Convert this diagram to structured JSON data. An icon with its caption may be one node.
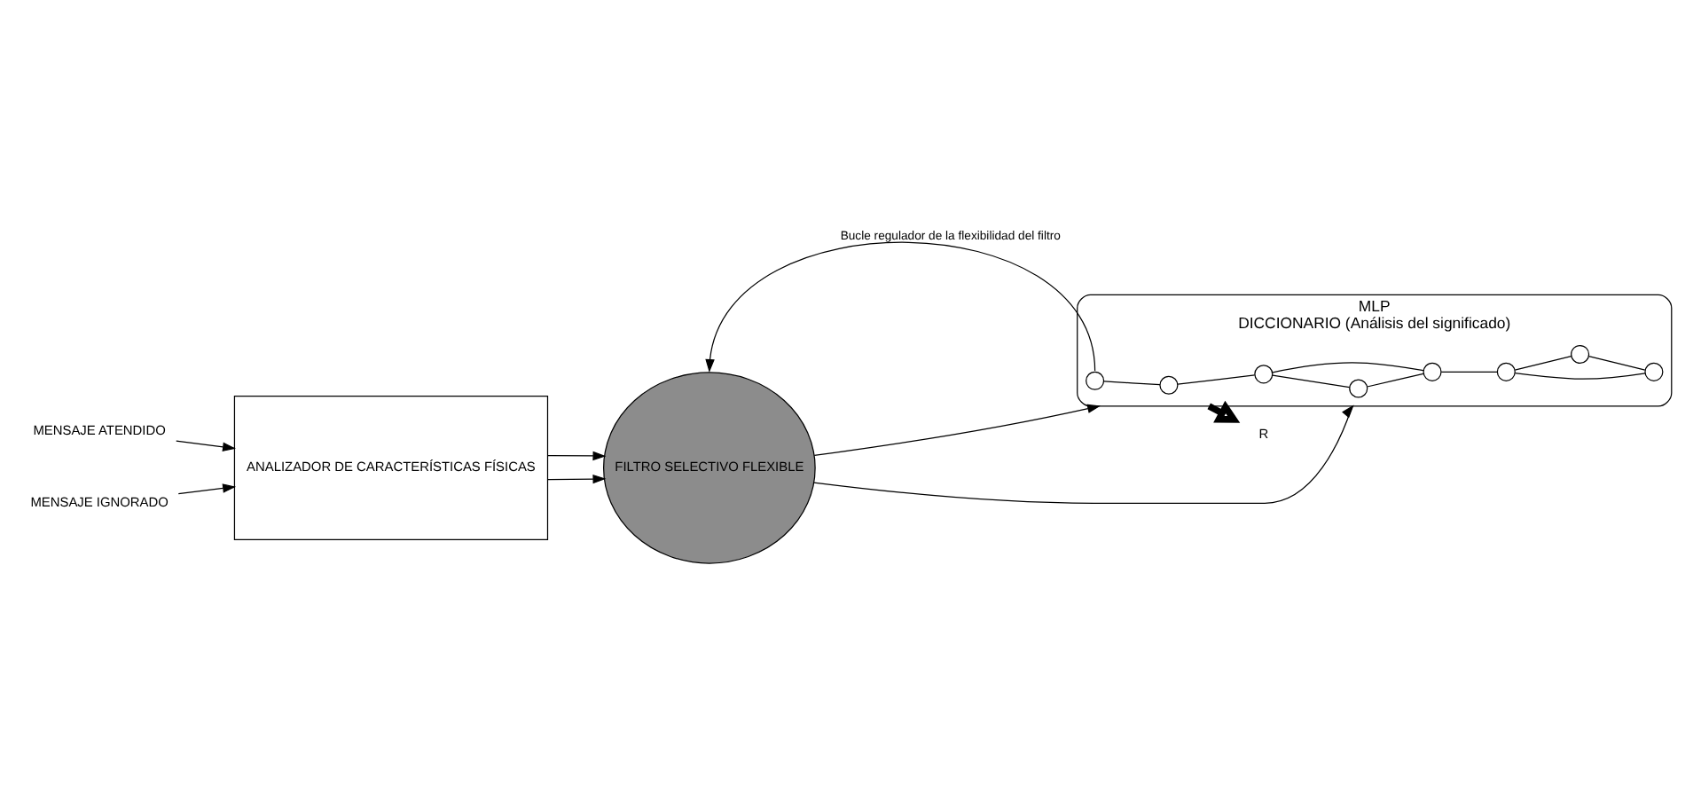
{
  "diagram": {
    "nodes": [
      {
        "text": [
          "MENSAJE ATENDIDO"
        ]
      },
      {
        "text": [
          "MENSAJE IGNORADO"
        ]
      },
      {
        "text": [
          "ANALIZADOR DE CARACTERÍSTICAS FÍSICAS"
        ]
      },
      {
        "text": [
          "FILTRO SELECTIVO FLEXIBLE"
        ]
      },
      {
        "text": [
          "MLP",
          "DICCIONARIO (Análisis del significado)"
        ]
      },
      {
        "text": [],
        "shape": "circle",
        "in": 4
      },
      {
        "text": [],
        "shape": "circle",
        "in": 4
      },
      {
        "text": [],
        "shape": "circle",
        "in": 4
      },
      {
        "text": [],
        "shape": "circle",
        "in": 4
      },
      {
        "text": [],
        "shape": "circle",
        "in": 4
      },
      {
        "text": [],
        "shape": "circle",
        "in": 4
      },
      {
        "text": [],
        "shape": "circle",
        "in": 4
      },
      {
        "text": [],
        "shape": "circle",
        "in": 4
      },
      {
        "text": [
          "R"
        ]
      }
    ],
    "edges": [
      {
        "from": 0,
        "to": 2,
        "arrow": "to"
      },
      {
        "from": 1,
        "to": 2,
        "arrow": "to"
      },
      {
        "from": 2,
        "to": 3,
        "arrow": "to"
      },
      {
        "from": 2,
        "to": 3,
        "arrow": "to"
      },
      {
        "from": 3,
        "to": 4,
        "arrow": "to"
      },
      {
        "from": 3,
        "to": 4,
        "arrow": "to"
      },
      {
        "from": 5,
        "to": 3,
        "arrow": "to",
        "label": "Bucle regulador de la flexibilidad del filtro"
      },
      {
        "from": 4,
        "to": 13,
        "arrow": "to",
        "style": "thick"
      },
      {
        "from": 5,
        "to": 8,
        "arrow": "none"
      },
      {
        "from": 8,
        "to": 10,
        "arrow": "none"
      },
      {
        "from": 10,
        "to": 11,
        "arrow": "none"
      },
      {
        "from": 10,
        "to": 12,
        "arrow": "none"
      },
      {
        "from": 12,
        "to": 11,
        "arrow": "none"
      },
      {
        "from": 11,
        "to": 9,
        "arrow": "none"
      },
      {
        "from": 9,
        "to": 6,
        "arrow": "none"
      },
      {
        "from": 6,
        "to": 7,
        "arrow": "none"
      },
      {
        "from": 7,
        "to": 9,
        "arrow": "none"
      }
    ]
  }
}
